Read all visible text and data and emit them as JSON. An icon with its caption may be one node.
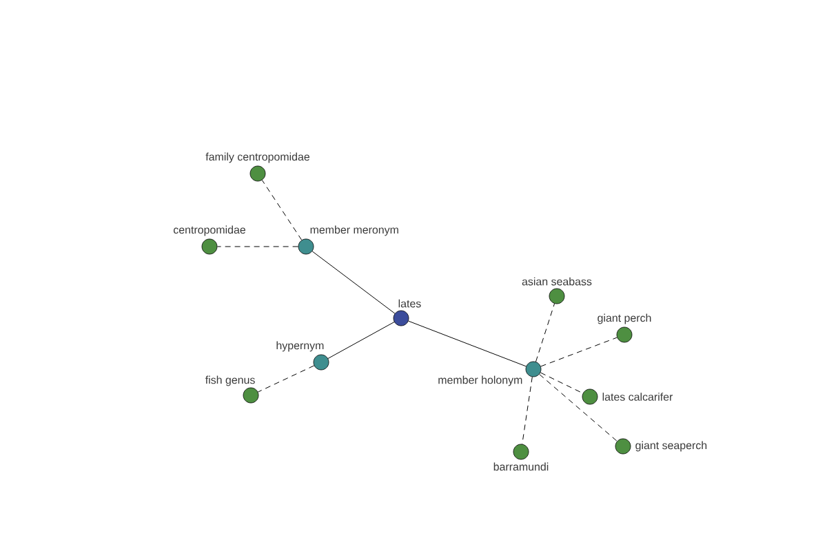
{
  "diagram": {
    "nodes": [
      {
        "text": [
          "family centropomidae"
        ]
      },
      {
        "text": [
          "centropomidae"
        ]
      },
      {
        "text": [
          "member meronym"
        ]
      },
      {
        "text": [
          "asian seabass"
        ]
      },
      {
        "text": [
          "lates"
        ]
      },
      {
        "text": [
          "giant perch"
        ]
      },
      {
        "text": [
          "hypernym"
        ]
      },
      {
        "text": [
          "member holonym"
        ]
      },
      {
        "text": [
          "fish genus"
        ]
      },
      {
        "text": [
          "lates calcarifer"
        ]
      },
      {
        "text": [
          "giant seaperch"
        ]
      },
      {
        "text": [
          "barramundi"
        ]
      }
    ],
    "edges": [
      {
        "from": 2,
        "to": 0,
        "arrow": "none",
        "style": "dashed"
      },
      {
        "from": 2,
        "to": 1,
        "arrow": "none",
        "style": "dashed"
      },
      {
        "from": 4,
        "to": 2,
        "arrow": "none"
      },
      {
        "from": 4,
        "to": 6,
        "arrow": "none"
      },
      {
        "from": 6,
        "to": 8,
        "arrow": "none",
        "style": "dashed"
      },
      {
        "from": 4,
        "to": 7,
        "arrow": "none"
      },
      {
        "from": 7,
        "to": 3,
        "arrow": "none",
        "style": "dashed"
      },
      {
        "from": 7,
        "to": 5,
        "arrow": "none",
        "style": "dashed"
      },
      {
        "from": 7,
        "to": 9,
        "arrow": "none",
        "style": "dashed"
      },
      {
        "from": 7,
        "to": 10,
        "arrow": "none",
        "style": "dashed"
      },
      {
        "from": 7,
        "to": 11,
        "arrow": "none",
        "style": "dashed"
      }
    ]
  }
}
